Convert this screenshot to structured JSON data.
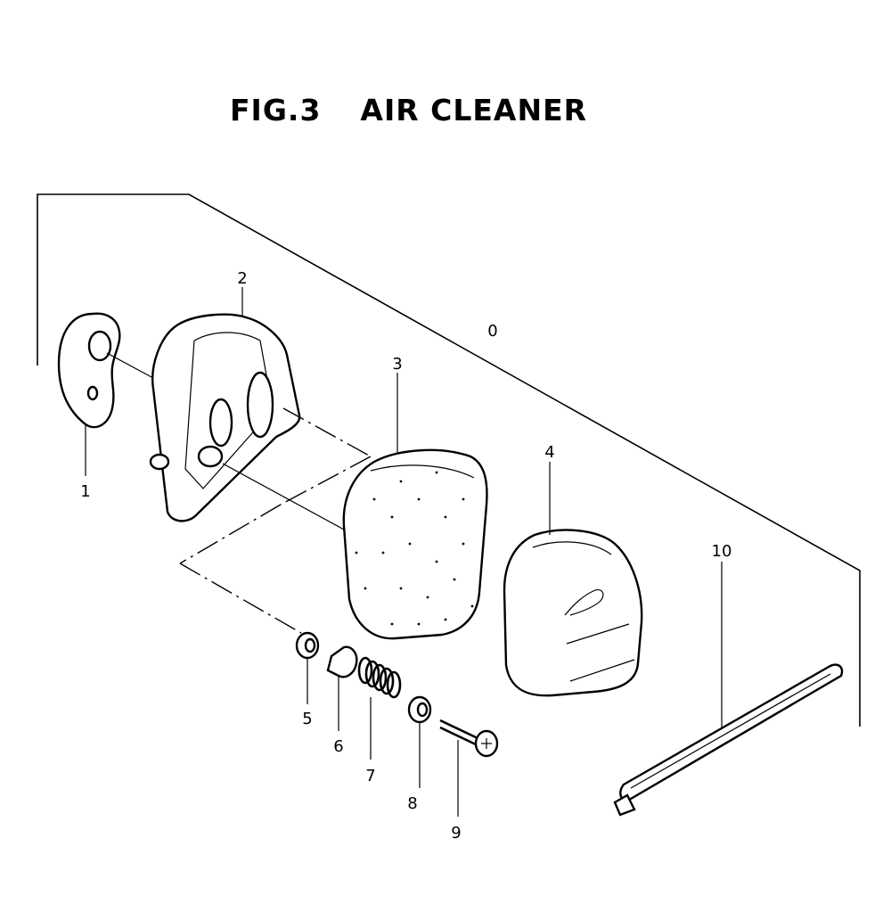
{
  "figure": {
    "number": "FIG.3",
    "name": "AIR CLEANER"
  },
  "callouts": [
    {
      "id": "0",
      "label": "0"
    },
    {
      "id": "1",
      "label": "1"
    },
    {
      "id": "2",
      "label": "2"
    },
    {
      "id": "3",
      "label": "3"
    },
    {
      "id": "4",
      "label": "4"
    },
    {
      "id": "5",
      "label": "5"
    },
    {
      "id": "6",
      "label": "6"
    },
    {
      "id": "7",
      "label": "7"
    },
    {
      "id": "8",
      "label": "8"
    },
    {
      "id": "9",
      "label": "9"
    },
    {
      "id": "10",
      "label": "10"
    }
  ]
}
